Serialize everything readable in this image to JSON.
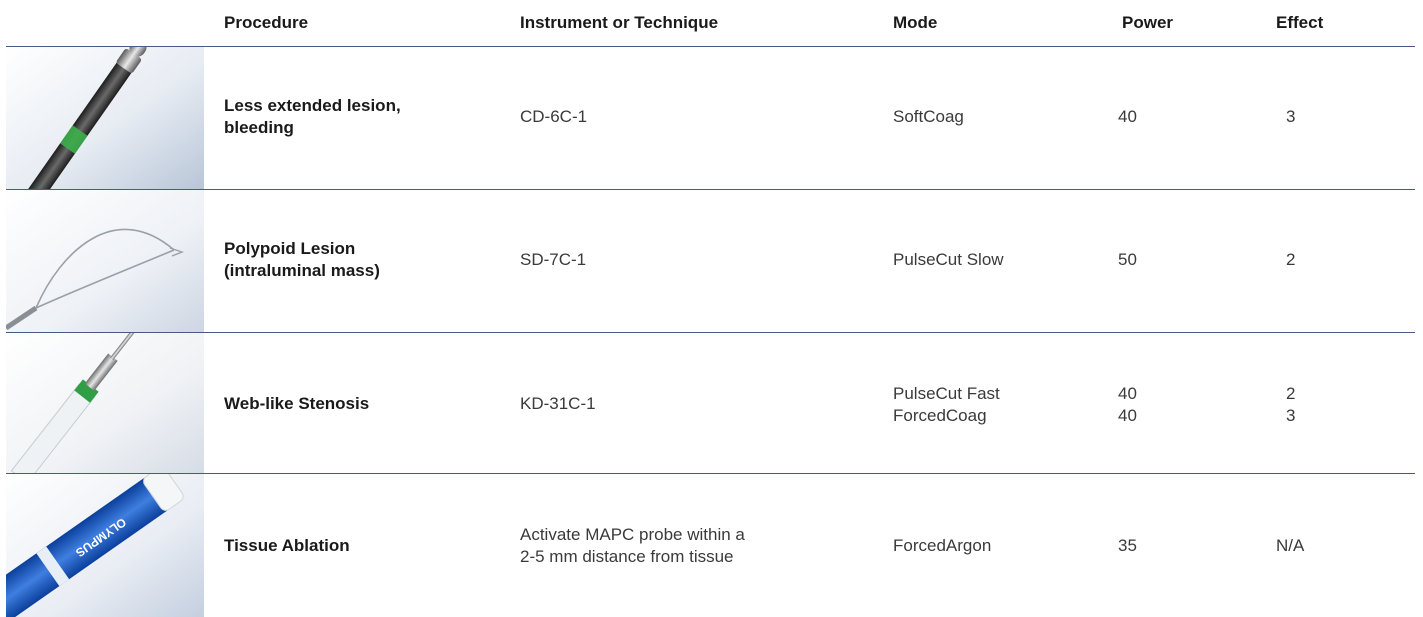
{
  "columns": {
    "procedure": "Procedure",
    "instrument": "Instrument or Technique",
    "mode": "Mode",
    "power": "Power",
    "effect": "Effect"
  },
  "rows": [
    {
      "procedure_lines": [
        "Less extended lesion,",
        "bleeding"
      ],
      "instrument_lines": [
        "CD-6C-1"
      ],
      "mode_lines": [
        "SoftCoag"
      ],
      "power_lines": [
        "40"
      ],
      "effect_lines": [
        "3"
      ],
      "image": "coagulation-probe-image"
    },
    {
      "procedure_lines": [
        "Polypoid Lesion",
        "(intraluminal mass)"
      ],
      "instrument_lines": [
        "SD-7C-1"
      ],
      "mode_lines": [
        "PulseCut Slow"
      ],
      "power_lines": [
        "50"
      ],
      "effect_lines": [
        "2"
      ],
      "image": "snare-loop-image"
    },
    {
      "procedure_lines": [
        "Web-like Stenosis"
      ],
      "instrument_lines": [
        "KD-31C-1"
      ],
      "mode_lines": [
        "PulseCut Fast",
        "ForcedCoag"
      ],
      "power_lines": [
        "40",
        "40"
      ],
      "effect_lines": [
        "2",
        "3"
      ],
      "image": "needle-knife-image"
    },
    {
      "procedure_lines": [
        "Tissue Ablation"
      ],
      "instrument_lines": [
        "Activate MAPC probe within a",
        "2-5 mm distance from tissue"
      ],
      "mode_lines": [
        "ForcedArgon"
      ],
      "power_lines": [
        "35"
      ],
      "effect_lines": [
        "N/A"
      ],
      "image": "apc-probe-image",
      "image_text": "OLYMPUS"
    }
  ]
}
